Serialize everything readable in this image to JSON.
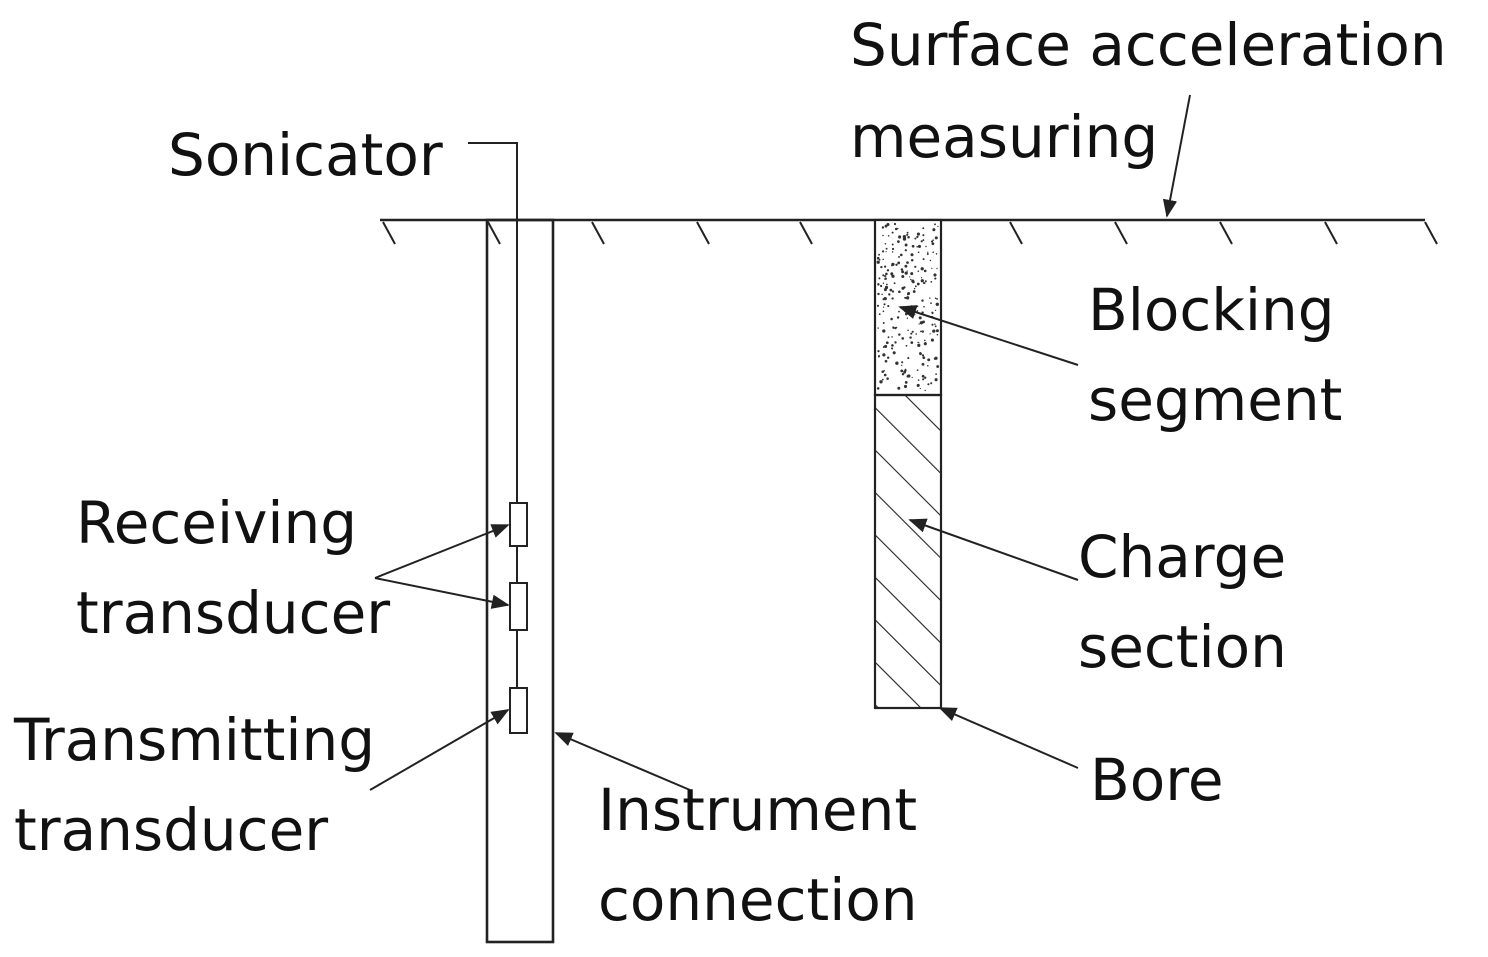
{
  "labels": {
    "surface_acceleration": [
      "Surface acceleration",
      "measuring"
    ],
    "sonicator": "Sonicator",
    "blocking_segment": [
      "Blocking",
      "segment"
    ],
    "receiving_transducer": [
      "Receiving",
      "transducer"
    ],
    "charge_section": [
      "Charge",
      "section"
    ],
    "transmitting_transducer": [
      "Transmitting",
      "transducer"
    ],
    "bore": "Bore",
    "instrument_connection": [
      "Instrument",
      "connection"
    ]
  },
  "colors": {
    "line": "#222222",
    "text": "#111111",
    "background": "#ffffff"
  }
}
